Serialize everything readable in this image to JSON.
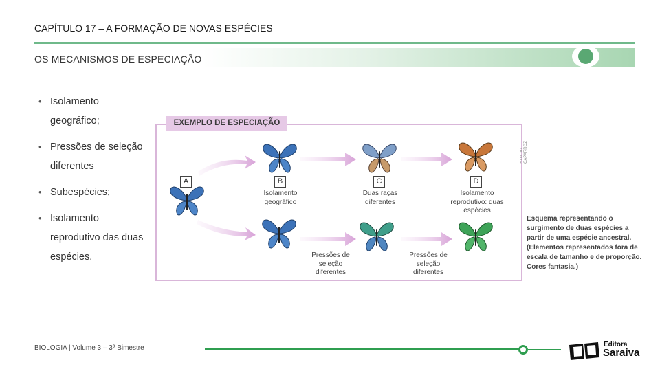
{
  "header": {
    "chapter_title": "CAPÍTULO 17 – A FORMAÇÃO DE NOVAS ESPÉCIES",
    "section_title": "OS MECANISMOS DE ESPECIAÇÃO"
  },
  "bullets": [
    "Isolamento geográfico;",
    "Pressões de seleção diferentes",
    "Subespécies;",
    "Isolamento reprodutivo das duas espécies."
  ],
  "figure": {
    "title": "EXEMPLO DE ESPECIAÇÃO",
    "credit": "STUDIO CAPARROZ",
    "stages": {
      "a": "A",
      "b": "B",
      "c": "C",
      "d": "D"
    },
    "labels": {
      "b": "Isolamento geográfico",
      "c": "Duas raças diferentes",
      "d": "Isolamento reprodutivo: duas espécies",
      "pressure_1": "Pressões de seleção diferentes",
      "pressure_2": "Pressões de seleção diferentes"
    },
    "caption": "Esquema representando o surgimento de duas espécies a partir de uma espécie ancestral. (Elementos representados fora de escala de tamanho e de proporção. Cores fantasia.)",
    "colors": {
      "blue": "#3c72b8",
      "tan": "#c79a6a",
      "orange": "#c8773a",
      "teal": "#3f9e8a",
      "green": "#3ea358",
      "arrow": "#d8a8d8"
    }
  },
  "footer": {
    "text": "BIOLOGIA | Volume 3 – 3º Bimestre",
    "logo_top": "Editora",
    "logo_main": "Saraiva"
  }
}
